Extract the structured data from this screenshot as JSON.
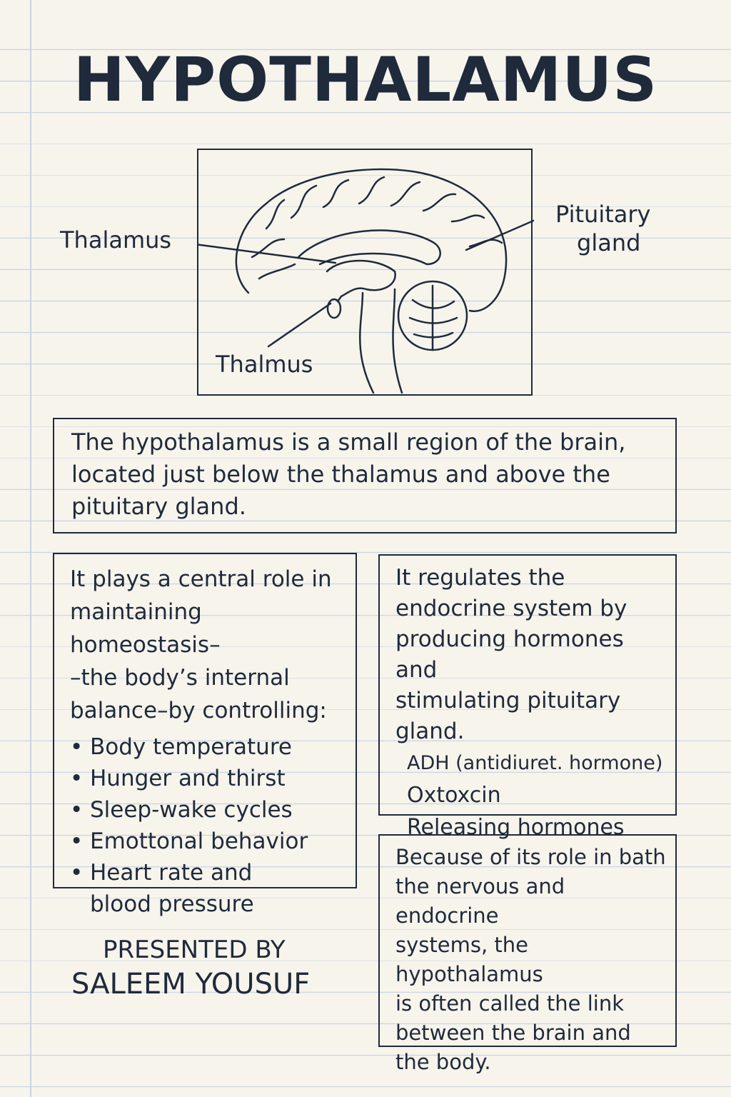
{
  "title": "HYPOTHALAMUS",
  "figure": {
    "labels": {
      "thalamus_top": "Thalamus",
      "thalamus_bottom": "Thalmus",
      "pituitary_line1": "Pituitary",
      "pituitary_line2": "gland"
    }
  },
  "intro": {
    "line1": "The hypothalamus is a small region of the brain,",
    "line2": "located just below the thalamus and above the",
    "line3": "pituitary gland."
  },
  "homeostasis": {
    "lines": [
      "It plays a central role in",
      "maintaining homeostasis–",
      "–the body’s internal",
      "balance–by controlling:"
    ],
    "items": [
      "Body temperature",
      "Hunger and thirst",
      "Sleep-wake cycles",
      "Emottonal behavior",
      "Heart rate and blood pressure"
    ]
  },
  "endocrine": {
    "lines": [
      "It regulates the",
      "endocrine system by",
      "producing hormones and",
      "stimulating pituitary",
      "gland."
    ],
    "hormones": [
      "ADH (antidiuret. hormone)",
      "Oxtoxcin",
      "Releasing hormones"
    ]
  },
  "link": {
    "lines": [
      "Because of its role in bath",
      "the nervous and endocrine",
      "systems, the hypothalamus",
      "is often called the link",
      "between the brain and",
      "the body."
    ]
  },
  "presenter": {
    "line1": "PRESENTED BY",
    "line2": "SALEEM YOUSUF"
  },
  "colors": {
    "ink": "#1f2a3b",
    "paper": "#f7f4ec",
    "rule": "#c9d3e0"
  }
}
